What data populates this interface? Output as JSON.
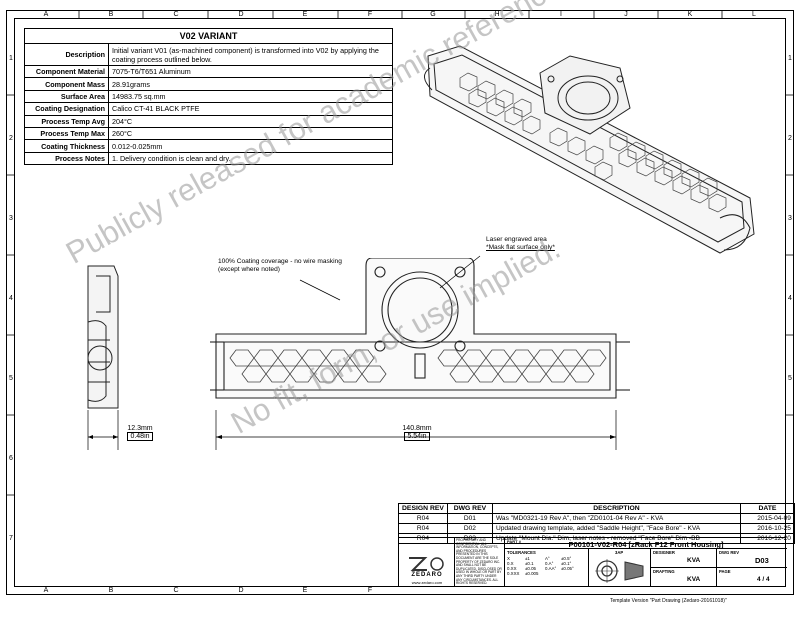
{
  "zones_top": [
    "A",
    "B",
    "C",
    "D",
    "E",
    "F",
    "G",
    "H",
    "I",
    "J",
    "K",
    "L"
  ],
  "zones_left": [
    "1",
    "2",
    "3",
    "4",
    "5",
    "6",
    "7"
  ],
  "variant": {
    "title": "V02 VARIANT",
    "rows": [
      {
        "key": "Description",
        "value": "Initial variant V01 (as-machined component) is transformed into V02 by applying the coating process outlined below."
      },
      {
        "key": "Component Material",
        "value": "7075-T6/T651 Aluminum"
      },
      {
        "key": "Component Mass",
        "value": "28.91grams"
      },
      {
        "key": "Surface Area",
        "value": "14983.75 sq.mm"
      },
      {
        "key": "Coating Designation",
        "value": "Calico CT-41 BLACK PTFE"
      },
      {
        "key": "Process Temp Avg",
        "value": "204°C"
      },
      {
        "key": "Process Temp Max",
        "value": "260°C"
      },
      {
        "key": "Coating Thickness",
        "value": "0.012-0.025mm"
      },
      {
        "key": "Process Notes",
        "value": "1.        Delivery condition is clean and dry."
      }
    ]
  },
  "notes": {
    "laser": "Laser engraved area",
    "laser_sub": "*Mask flat surface only*",
    "coverage": "100% Coating coverage - no wire masking",
    "coverage_sub": "(except where noted)"
  },
  "dims": {
    "height_mm": "12.3mm",
    "height_in": "0.48in",
    "length_mm": "140.8mm",
    "length_in": "5.54in"
  },
  "watermark": {
    "line1": "Publicly released for academic reference only.",
    "line2": "No fit, form, or use implied."
  },
  "revisions": {
    "headers": [
      "DESIGN REV",
      "DWG REV",
      "DESCRIPTION",
      "DATE"
    ],
    "rows": [
      [
        "R04",
        "D01",
        "Was \"MD0321-19 Rev A\", then \"ZD0101-04 Rev A\" - KVA",
        "2015-04-09"
      ],
      [
        "R04",
        "D02",
        "Updated drawing template, added \"Saddle Height\", \"Face Bore\" - KVA",
        "2016-10-25"
      ],
      [
        "R04",
        "D03",
        "Update \"Mount Dia.\" Dim, laser notes - removed \"Face Bore\" Dim -BB",
        "2016-12-20"
      ]
    ]
  },
  "title_block": {
    "part_label": "PART #",
    "part_number": "P00101-V02-R04 [zRack F12 Front Housing]",
    "proprietary": "PROPRIETARY AND CONFIDENTIAL. ALL INFORMATION, CONCEPTS, AND PROCEDURES PRESENTED IN THIS DOCUMENT ARE THE SOLE PROPERTY OF ZEDARO INC. AND SHALL NOT BE DUPLICATED, DISCLOSED OR USED IN WHOLE OR PART BY ANY THIRD PARTY UNDER ANY CIRCUMSTANCES. ALL RIGHTS RESERVED.",
    "company": "ZEDARO",
    "website": "www.zedaro.com",
    "tolerances_label": "TOLERANCES",
    "tolerances": [
      [
        "X",
        "±1",
        "A°",
        "±0.5°"
      ],
      [
        "0.X",
        "±0.1",
        "0.A°",
        "±0.1°"
      ],
      [
        "0.XX",
        "±0.05",
        "0.AA°",
        "±0.05°"
      ],
      [
        "0.XXX",
        "±0.005",
        "",
        ""
      ]
    ],
    "third_angle": "3AP",
    "designer_label": "DESIGNER",
    "designer": "KVA",
    "drafting_label": "DRAFTING",
    "drafting": "KVA",
    "dwg_rev_label": "DWG REV",
    "dwg_rev": "D03",
    "page_label": "PAGE",
    "page": "4 / 4"
  },
  "template_version": "Template Version \"Part Drawing (Zedaro-20161018)\""
}
